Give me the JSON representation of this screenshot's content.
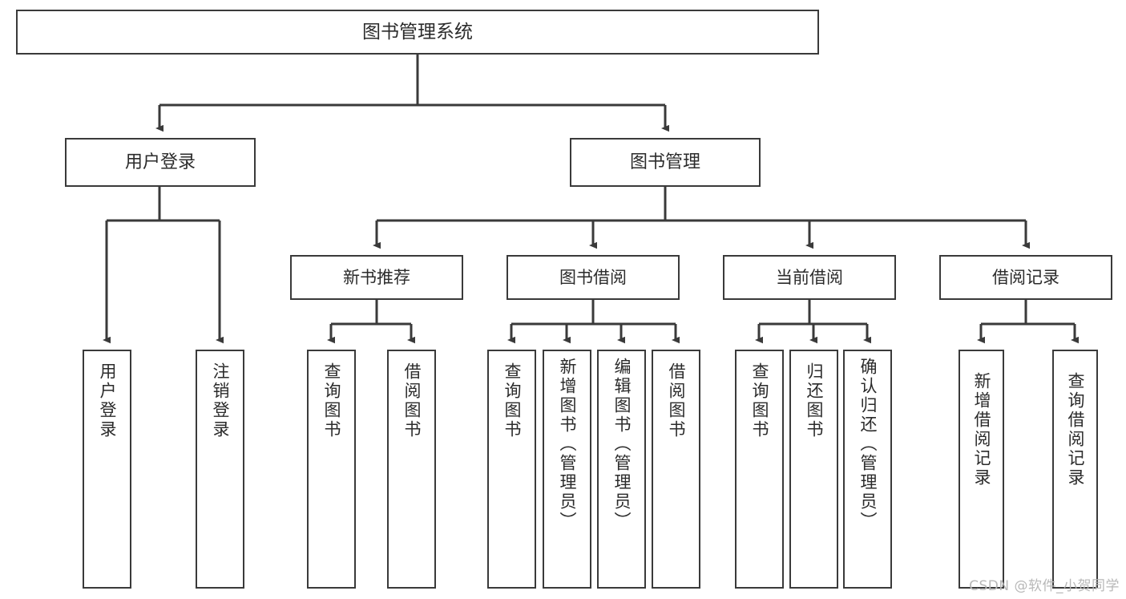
{
  "diagram": {
    "title": "图书管理系统",
    "type": "tree",
    "root": {
      "label": "图书管理系统"
    },
    "level2": [
      {
        "id": "user-login",
        "label": "用户登录"
      },
      {
        "id": "book-management",
        "label": "图书管理"
      }
    ],
    "level3": [
      {
        "id": "new-book-recommend",
        "label": "新书推荐",
        "parent": "book-management"
      },
      {
        "id": "book-borrow",
        "label": "图书借阅",
        "parent": "book-management"
      },
      {
        "id": "current-borrow",
        "label": "当前借阅",
        "parent": "book-management"
      },
      {
        "id": "borrow-record",
        "label": "借阅记录",
        "parent": "book-management"
      }
    ],
    "leaves": [
      {
        "id": "leaf-user-login",
        "label": "用户登录",
        "parent": "user-login"
      },
      {
        "id": "leaf-logout-login",
        "label": "注销登录",
        "parent": "user-login"
      },
      {
        "id": "leaf-query-book-1",
        "label": "查询图书",
        "parent": "new-book-recommend"
      },
      {
        "id": "leaf-borrow-book-1",
        "label": "借阅图书",
        "parent": "new-book-recommend"
      },
      {
        "id": "leaf-query-book-2",
        "label": "查询图书",
        "parent": "book-borrow"
      },
      {
        "id": "leaf-add-book",
        "label": "新增图书（管理员）",
        "parent": "book-borrow"
      },
      {
        "id": "leaf-edit-book",
        "label": "编辑图书（管理员）",
        "parent": "book-borrow"
      },
      {
        "id": "leaf-borrow-book-2",
        "label": "借阅图书",
        "parent": "book-borrow"
      },
      {
        "id": "leaf-query-book-3",
        "label": "查询图书",
        "parent": "current-borrow"
      },
      {
        "id": "leaf-return-book",
        "label": "归还图书",
        "parent": "current-borrow"
      },
      {
        "id": "leaf-confirm-return",
        "label": "确认归还（管理员）",
        "parent": "current-borrow"
      },
      {
        "id": "leaf-add-record",
        "label": "新增借阅记录",
        "parent": "borrow-record"
      },
      {
        "id": "leaf-query-record",
        "label": "查询借阅记录",
        "parent": "borrow-record"
      }
    ],
    "watermark": "CSDN @软件_小贺同学",
    "colors": {
      "stroke": "#3a3a3a",
      "background": "#ffffff",
      "text": "#2b2b2b",
      "watermark": "#b8b8b8"
    }
  }
}
